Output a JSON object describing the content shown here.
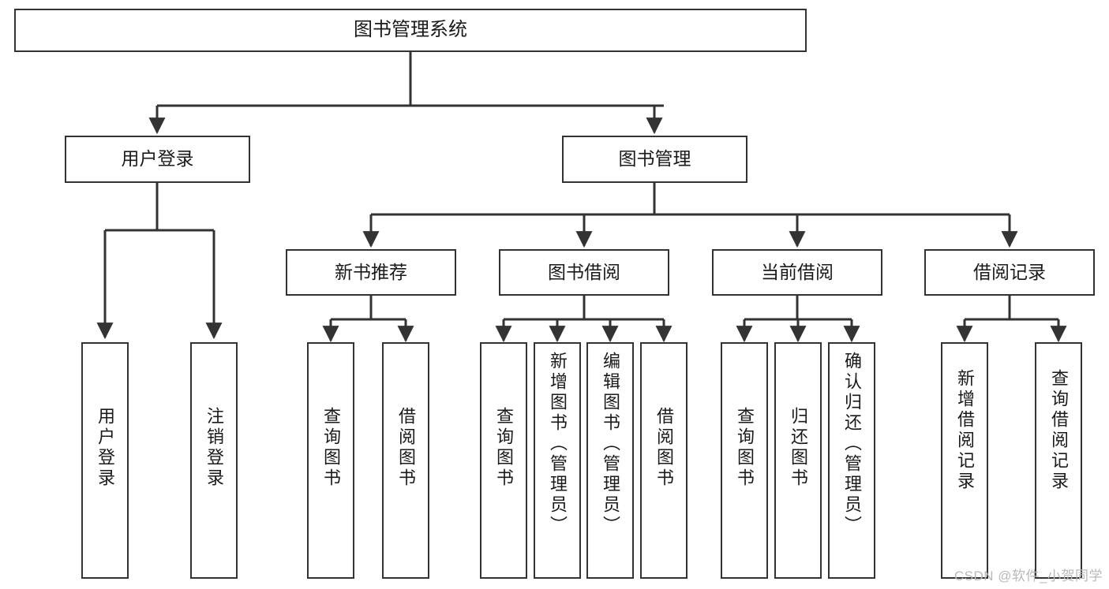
{
  "diagram": {
    "type": "tree",
    "title": "图书管理系统",
    "watermark": "CSDN @软件_小贺同学",
    "colors": {
      "box_border": "#333333",
      "box_fill": "#ffffff",
      "edge": "#333333",
      "text": "#1a1a1a",
      "watermark": "#b9b9b9",
      "background": "#ffffff"
    },
    "root": {
      "label": "图书管理系统"
    },
    "level2": [
      {
        "label": "用户登录"
      },
      {
        "label": "图书管理"
      }
    ],
    "level3": [
      {
        "label": "新书推荐"
      },
      {
        "label": "图书借阅"
      },
      {
        "label": "当前借阅"
      },
      {
        "label": "借阅记录"
      }
    ],
    "leaves": {
      "user_login": [
        {
          "label": "用户登录"
        },
        {
          "label": "注销登录"
        }
      ],
      "new_book_recommend": [
        {
          "label": "查询图书"
        },
        {
          "label": "借阅图书"
        }
      ],
      "book_borrow": [
        {
          "label": "查询图书"
        },
        {
          "label": "新增图书（管理员）"
        },
        {
          "label": "编辑图书（管理员）"
        },
        {
          "label": "借阅图书"
        }
      ],
      "current_borrow": [
        {
          "label": "查询图书"
        },
        {
          "label": "归还图书"
        },
        {
          "label": "确认归还（管理员）"
        }
      ],
      "borrow_record": [
        {
          "label": "新增借阅记录"
        },
        {
          "label": "查询借阅记录"
        }
      ]
    }
  }
}
